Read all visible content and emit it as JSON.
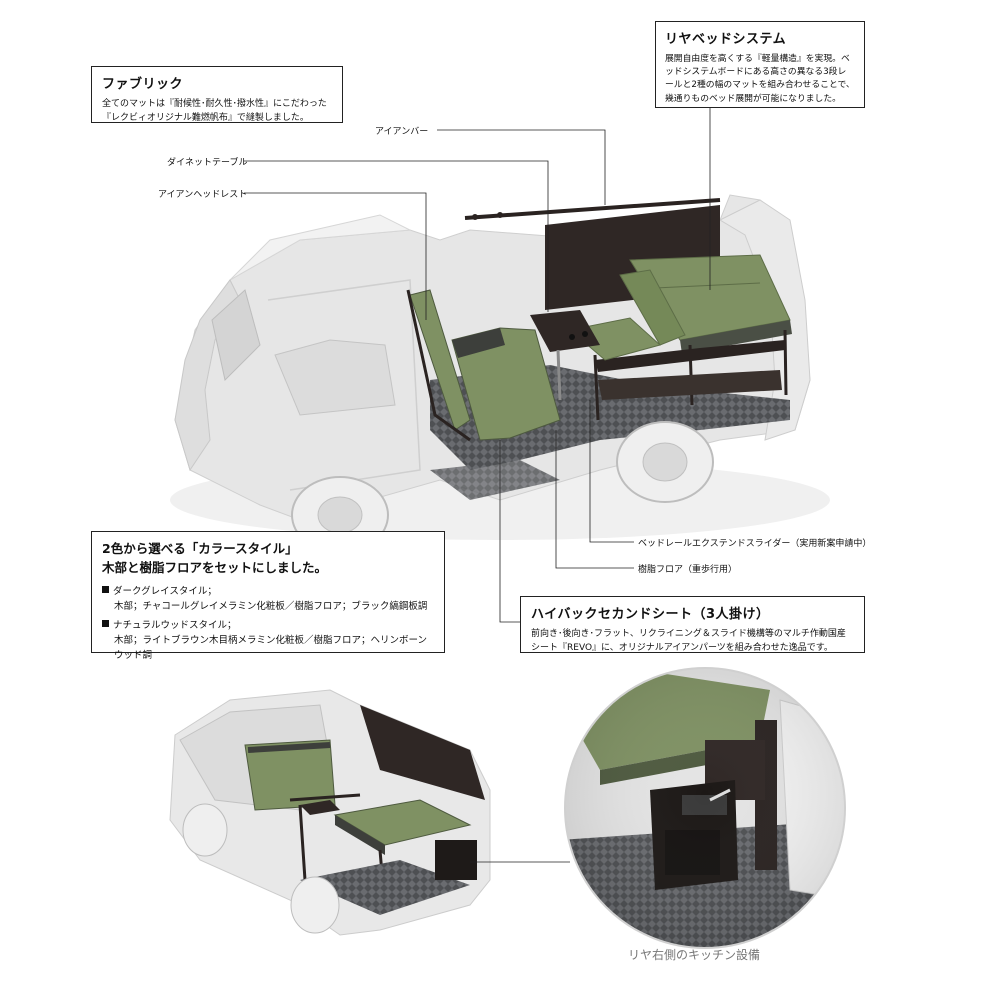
{
  "callouts": {
    "fabric": {
      "title": "ファブリック",
      "text": "全てのマットは『耐候性･耐久性･撥水性』にこだわった『レクビィオリジナル難燃帆布』で縫製しました。"
    },
    "rear_bed": {
      "title": "リヤベッドシステム",
      "text": "展開自由度を高くする『軽量構造』を実現。ベッドシステムボードにある高さの異なる3段レールと2種の幅のマットを組み合わせることで、幾通りものベッド展開が可能になりました。"
    },
    "color_style": {
      "title_line1": "2色から選べる「カラースタイル」",
      "title_line2": "木部と樹脂フロアをセットにしました。",
      "dark_grey_name": "ダークグレイスタイル；",
      "dark_grey_desc": "木部；チャコールグレイメラミン化粧板／樹脂フロア；ブラック縞鋼板調",
      "natural_wood_name": "ナチュラルウッドスタイル；",
      "natural_wood_desc": "木部；ライトブラウン木目柄メラミン化粧板／樹脂フロア；ヘリンボーンウッド調"
    },
    "second_seat": {
      "title": "ハイバックセカンドシート（3人掛け）",
      "text": "前向き･後向き･フラット、リクライニング＆スライド機構等のマルチ作動国産シート『REVO』に、オリジナルアイアンパーツを組み合わせた逸品です。"
    }
  },
  "labels": {
    "iron_bar": "アイアンバー",
    "dinette_table": "ダイネットテーブル",
    "iron_headrest": "アイアンヘッドレスト",
    "bed_rail_slider": "ベッドレールエクステンドスライダー（実用新案申請中）",
    "resin_floor": "樹脂フロア（重歩行用）"
  },
  "caption": "リヤ右側のキッチン設備",
  "colors": {
    "mat_green": "#7f9163",
    "van_white": "#ececec",
    "frame_dark": "#2d2522",
    "floor_grey": "#55575a"
  }
}
